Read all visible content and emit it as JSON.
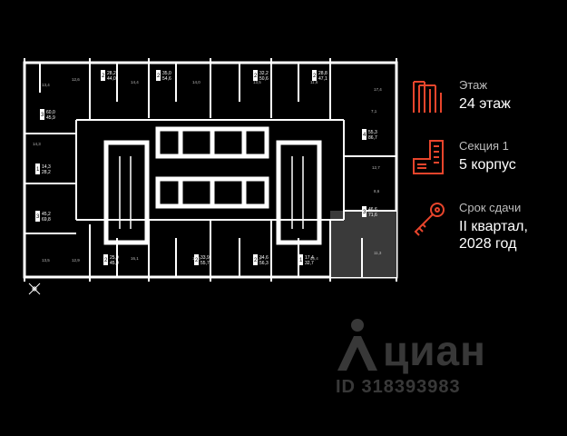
{
  "info": {
    "floor_label": "Этаж",
    "floor_value": "24 этаж",
    "section_label": "Секция 1",
    "section_value": "5 корпус",
    "date_label": "Срок сдачи",
    "date_value_1": "II квартал,",
    "date_value_2": "2028 год"
  },
  "watermark": {
    "brand": "циан",
    "id": "ID 318393983"
  },
  "colors": {
    "accent": "#e8452c",
    "background": "#000000",
    "wall": "#ffffff",
    "highlight_unit": "#3a3a3a"
  },
  "icons": [
    "floor-icon",
    "section-icon",
    "key-icon",
    "cian-logo-icon",
    "compass-icon"
  ],
  "plan": {
    "units": [
      {
        "rooms": "3",
        "area": "60,0",
        "living": "45,9"
      },
      {
        "rooms": "2",
        "area": "28,2",
        "living": "44,0"
      },
      {
        "rooms": "2",
        "area": "35,0",
        "living": "54,6"
      },
      {
        "rooms": "2",
        "area": "32,2",
        "living": "50,6"
      },
      {
        "rooms": "2",
        "area": "28,8",
        "living": "47,1"
      },
      {
        "rooms": "4",
        "area": "55,3",
        "living": "86,7"
      },
      {
        "rooms": "1",
        "area": "14,3",
        "living": "28,2"
      },
      {
        "rooms": "3",
        "area": "45,2",
        "living": "69,8"
      },
      {
        "rooms": "2",
        "area": "25,9",
        "living": "45,0"
      },
      {
        "rooms": "2",
        "area": "33,9",
        "living": "55,7"
      },
      {
        "rooms": "2",
        "area": "34,6",
        "living": "56,3"
      },
      {
        "rooms": "1",
        "area": "17,4",
        "living": "32,7"
      },
      {
        "rooms": "3",
        "area": "46,6",
        "living": "71,6"
      }
    ]
  }
}
